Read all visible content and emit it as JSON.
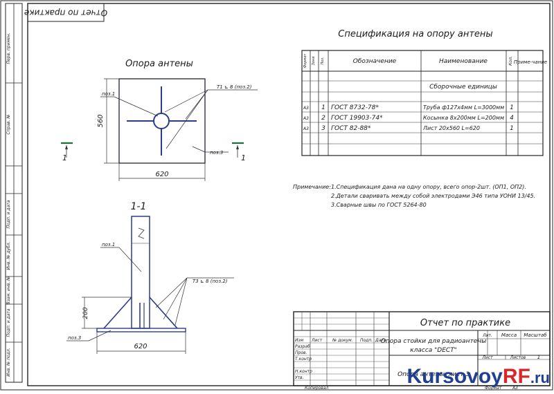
{
  "stamp_top": "Отчет по практике",
  "side_labels": [
    "Перв. примен.",
    "Справ. №",
    "Подп. и дата",
    "Инв. № дубл.",
    "Взам. инв. №",
    "Подп. и дата",
    "Инв. № подл."
  ],
  "spec": {
    "title": "Спецификация на опору антены",
    "headers": [
      "Формат",
      "Зона",
      "Поз.",
      "Обозначение",
      "Наименование",
      "Кол.",
      "Приме-чание"
    ],
    "section": "Сборочные единицы",
    "rows": [
      {
        "format": "А3",
        "pos": "1",
        "designation": "ГОСТ 8732-78*",
        "name": "Труба ф127х4мм L=3000мм",
        "qty": "1"
      },
      {
        "format": "А3",
        "pos": "2",
        "designation": "ГОСТ 19903-74*",
        "name": "Косынка 8х200мм L=200мм",
        "qty": "4"
      },
      {
        "format": "А3",
        "pos": "3",
        "designation": "ГОСТ 82-88*",
        "name": "Лист 20х560 L=620",
        "qty": "1"
      }
    ]
  },
  "drawing_top": {
    "title": "Опора антены",
    "dim_height": "560",
    "dim_width": "620",
    "pos1": "поз.1",
    "pos3": "поз.3",
    "weld": "Т1 ⊾ 8  (поз.2)",
    "section_mark": "1"
  },
  "drawing_section": {
    "title": "1-1",
    "pos1": "поз.1",
    "pos3": "поз.3",
    "weld": "Т3 ⊾ 8  (поз.2)",
    "dim_height": "200",
    "dim_width": "620"
  },
  "notes": {
    "label": "Примечание:",
    "items": [
      "1.Спецификация дана на одну опору, всего опор-2шт. (ОП1, ОП2).",
      "2.Детали сваривать между собой электродами Э46 типа УОНИ 13/45.",
      "3.Сварные швы по ГОСТ 5264-80"
    ]
  },
  "title_block": {
    "title": "Отчет по практике",
    "desc_line1": "Опора стойки для радиоантены",
    "desc_line2": "класса \"DECT\"",
    "col_headers": [
      "Изм",
      "Лист",
      "№ докум.",
      "Подп.",
      "Дата"
    ],
    "roles": [
      "Разраб",
      "Пров.",
      "Т.контр",
      "",
      "Н.контр",
      "Утв."
    ],
    "lit_label": "Лит.",
    "mass_label": "Масса",
    "scale_label": "Масштаб",
    "sheet_label": "Лист",
    "sheets_label": "Листов",
    "sheets_value": "1",
    "part_name": "Опора антены, лист 3",
    "copied": "Копировал",
    "format_label": "Формат",
    "format_value": "А3"
  },
  "watermark": {
    "part1": "Kursovoy",
    "part2": "RF",
    "part3": ".ru"
  }
}
